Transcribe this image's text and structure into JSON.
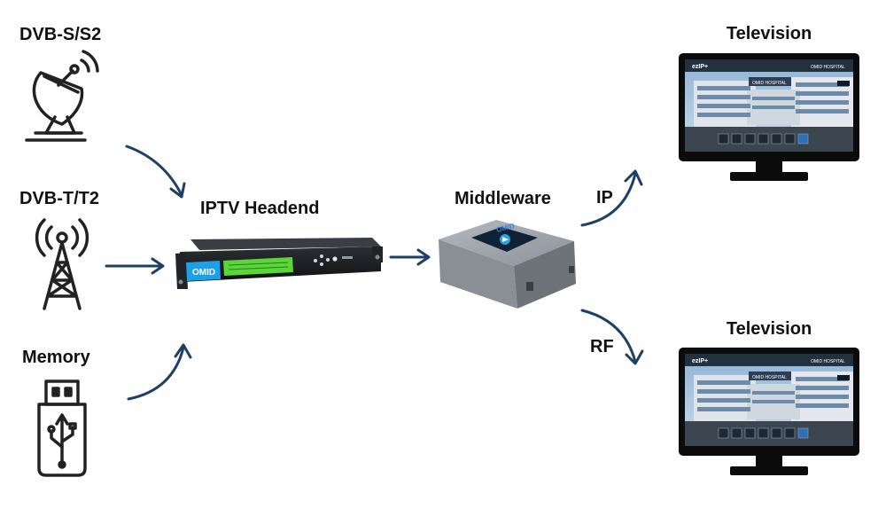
{
  "inputs": {
    "satellite": "DVB-S/S2",
    "terrestrial": "DVB-T/T2",
    "memory": "Memory"
  },
  "nodes": {
    "headend": "IPTV Headend",
    "middleware": "Middleware"
  },
  "outputs": {
    "tv_top": "Television",
    "tv_bottom": "Television",
    "link_ip": "IP",
    "link_rf": "RF"
  },
  "device": {
    "headend_brand": "OMID",
    "middleware_brand": "OMID"
  },
  "tv_screen": {
    "hospital_name": "OMID HOSPITAL",
    "corner_title": "OMID HOSPITAL",
    "logo_text": "ezIP+"
  },
  "colors": {
    "arrow": "#1f3f66",
    "icon_stroke": "#222222",
    "headend_accent": "#1ea0e6",
    "headend_lcd": "#5bd63a",
    "middleware_body": "#9a9ea6"
  }
}
